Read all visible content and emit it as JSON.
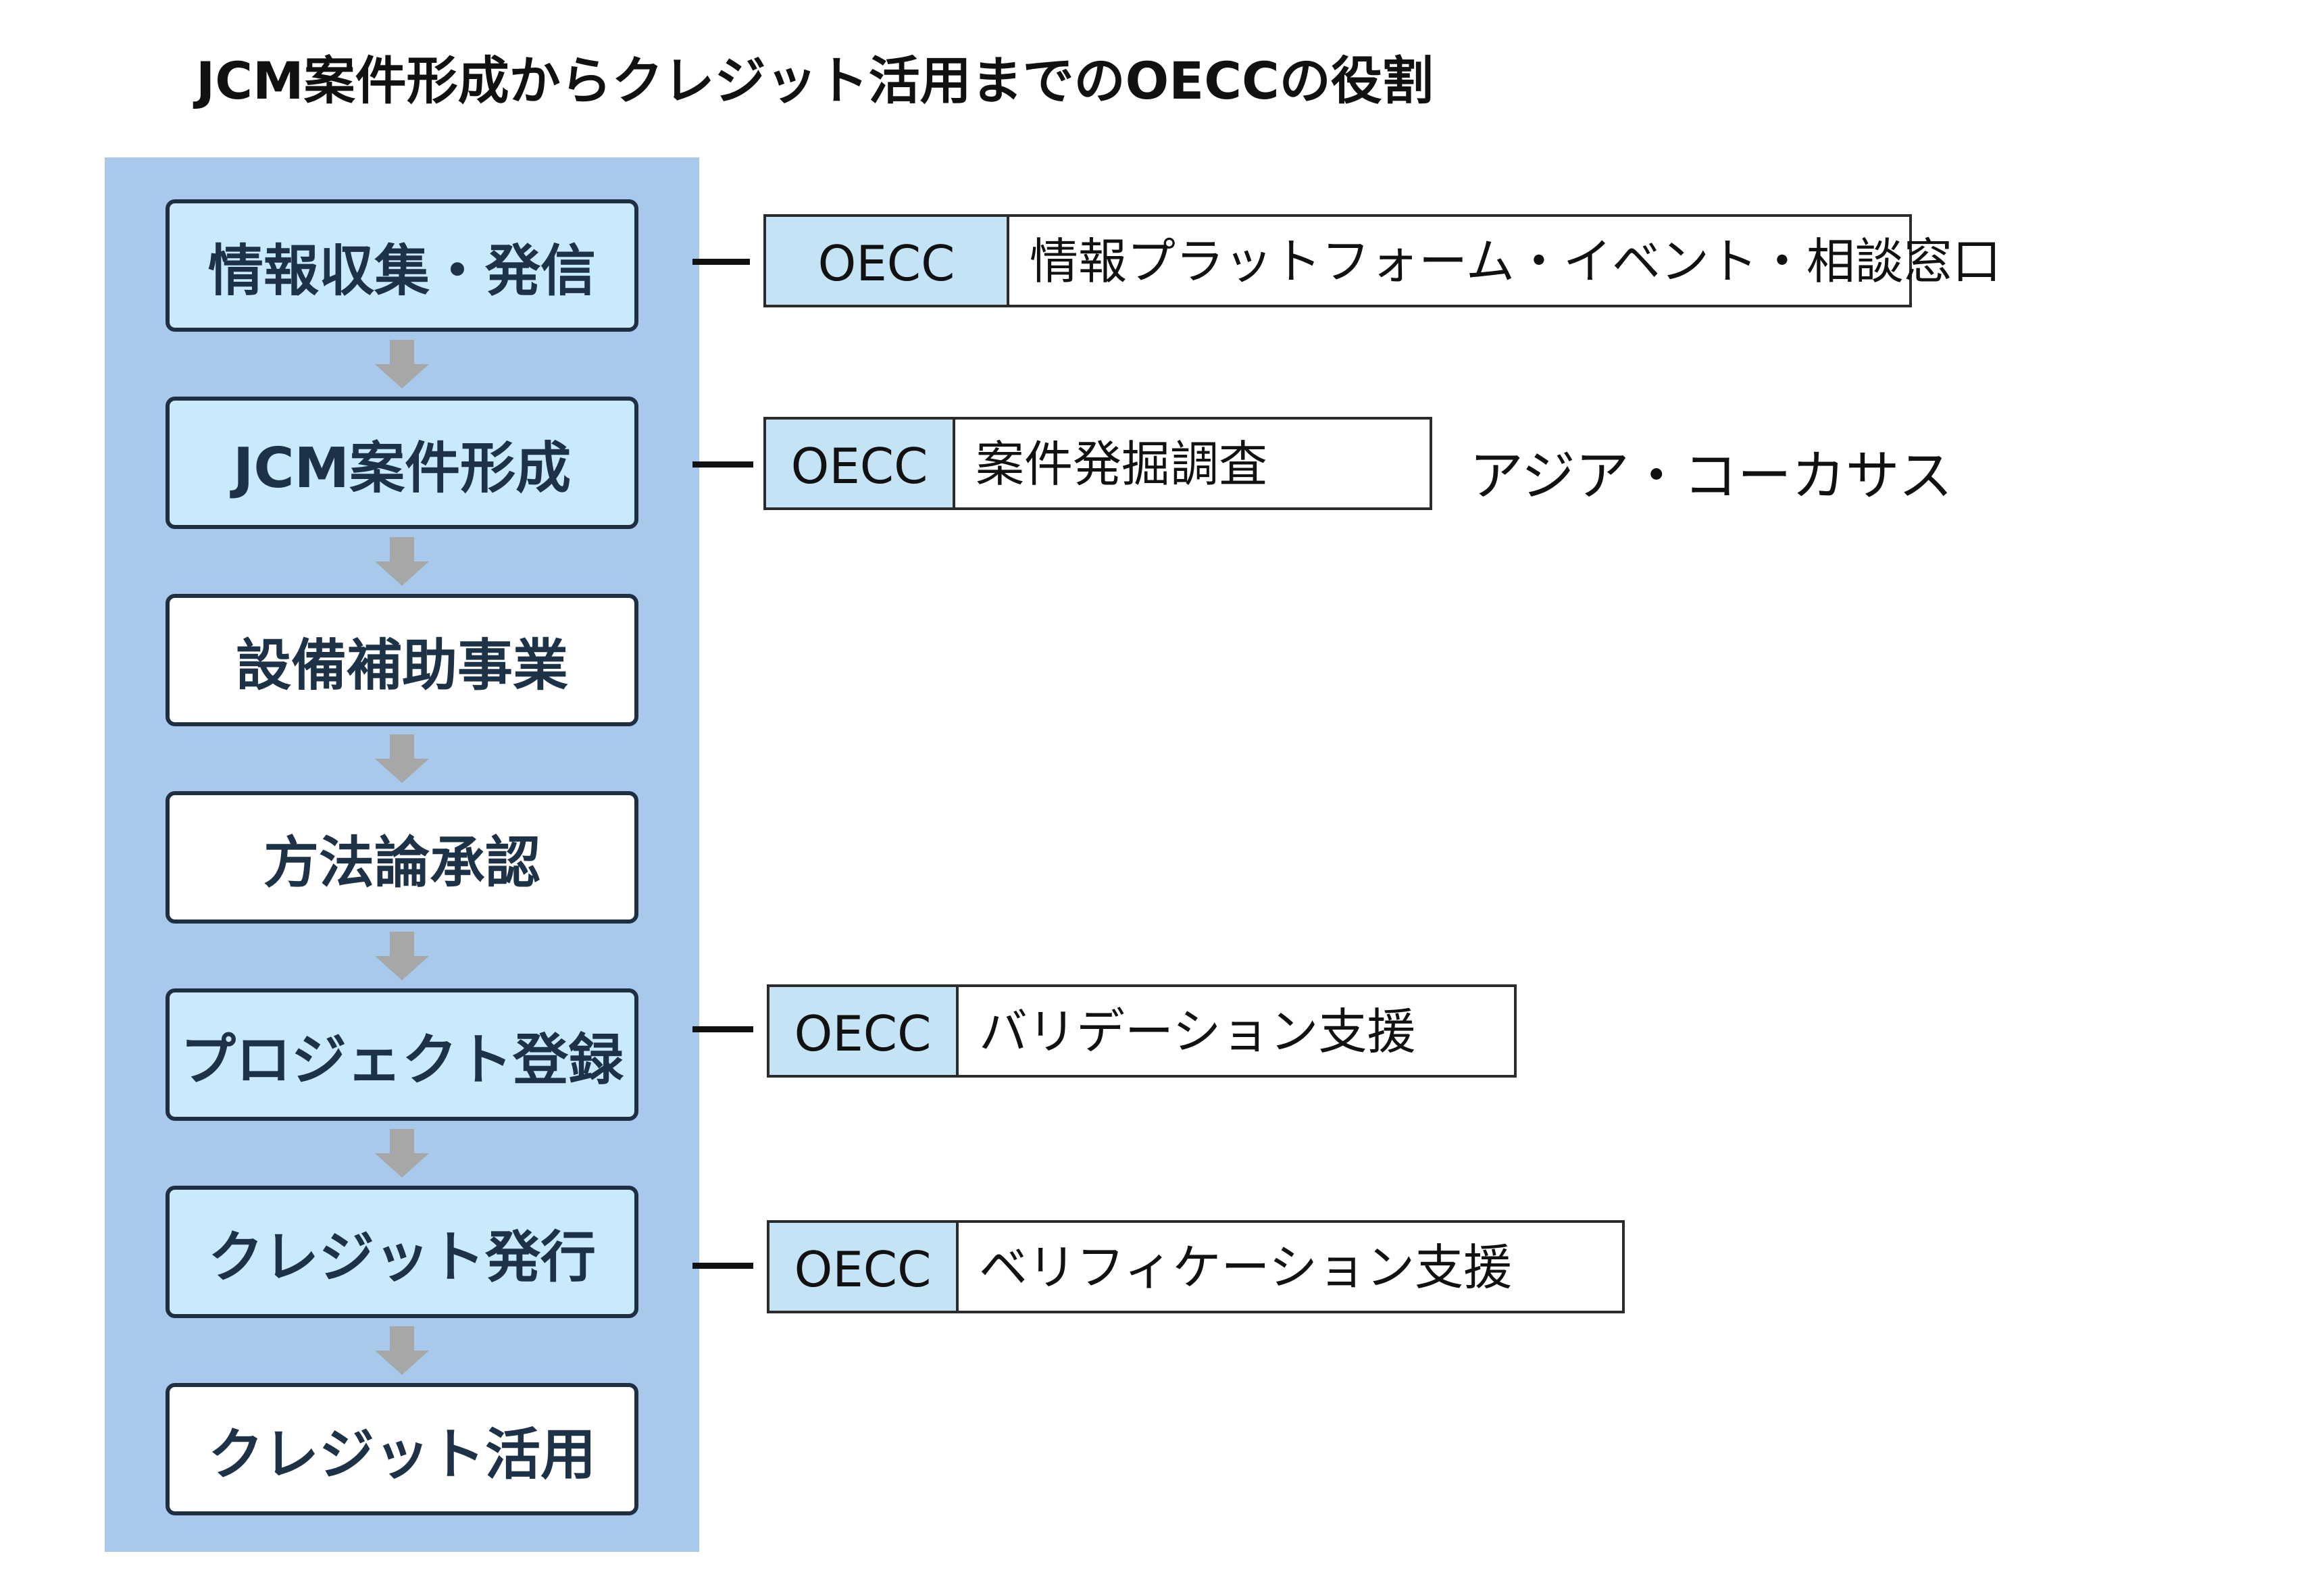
{
  "title": "JCM案件形成からクレジット活用までのOECCの役割",
  "colors": {
    "panel": "#a9c9ec",
    "step_highlight": "#c9eafa",
    "step_plain": "#ffffff",
    "step_text": "#1d3147",
    "org_cell": "#c4e3f5",
    "arrow": "#a7a7a7"
  },
  "steps": [
    {
      "label": "情報収集・発信",
      "highlighted": true
    },
    {
      "label": "JCM案件形成",
      "highlighted": true
    },
    {
      "label": "設備補助事業",
      "highlighted": false
    },
    {
      "label": "方法論承認",
      "highlighted": false
    },
    {
      "label": "プロジェクト登録",
      "highlighted": true
    },
    {
      "label": "クレジット発行",
      "highlighted": true
    },
    {
      "label": "クレジット活用",
      "highlighted": false
    }
  ],
  "roles": [
    {
      "step": "情報収集・発信",
      "org": "OECC",
      "description": "情報プラットフォーム・イベント・相談窓口"
    },
    {
      "step": "JCM案件形成",
      "org": "OECC",
      "description": "案件発掘調査"
    },
    {
      "step": "プロジェクト登録",
      "org": "OECC",
      "description": "バリデーション支援"
    },
    {
      "step": "クレジット発行",
      "org": "OECC",
      "description": "ベリフィケーション支援"
    }
  ],
  "region_note": "アジア・コーカサス"
}
